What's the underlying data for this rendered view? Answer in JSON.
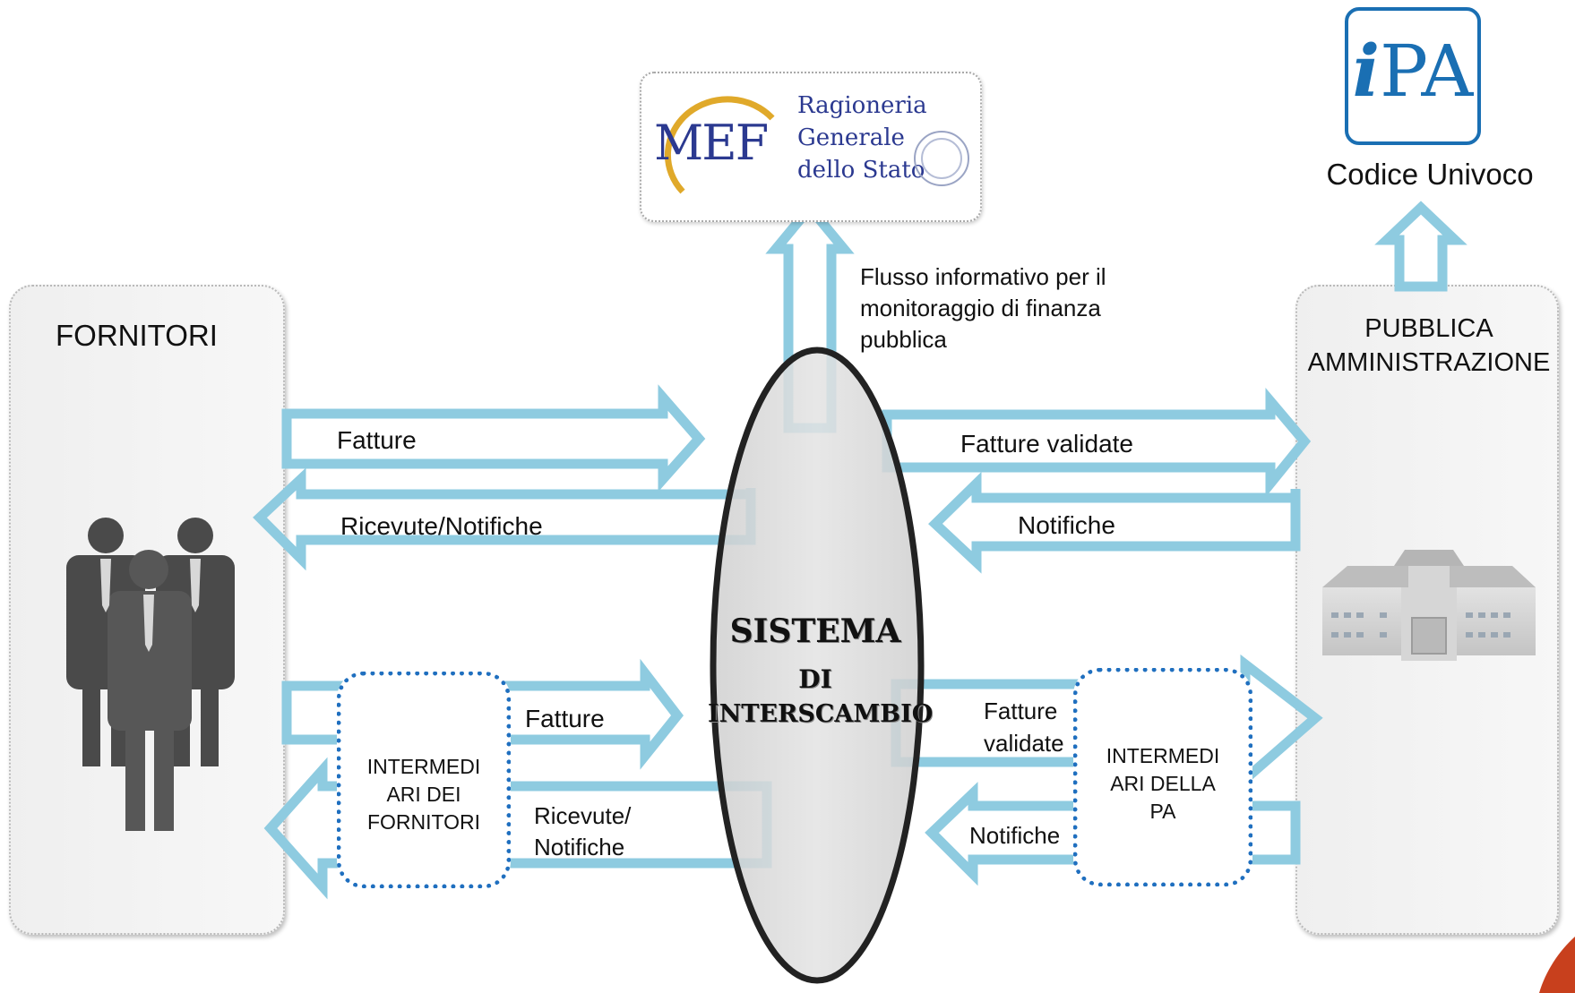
{
  "mef_logo": {
    "word": "MEF",
    "subtitle_lines": [
      "Ragioneria",
      "Generale",
      "dello Stato"
    ]
  },
  "ipa_logo": {
    "word": "iPA",
    "caption": "Codice Univoco"
  },
  "fornitori": {
    "title": "FORNITORI"
  },
  "pa": {
    "title_line1": "PUBBLICA",
    "title_line2": "AMMINISTRAZIONE"
  },
  "sdi": {
    "line1": "SISTEMA",
    "line2": "DI",
    "line3": "INTERSCAMBIO"
  },
  "flows": {
    "monitoraggio": "Flusso informativo per il monitoraggio di finanza pubblica",
    "monitoraggio_lines": [
      "Flusso informativo per il",
      "monitoraggio di finanza",
      "pubblica"
    ],
    "fatture_top": "Fatture",
    "ricevute_top": "Ricevute/Notifiche",
    "fatture_validate_top": "Fatture validate",
    "notifiche_top": "Notifiche",
    "fatture_bottom": "Fatture",
    "ricevute_bottom_line1": "Ricevute/",
    "ricevute_bottom_line2": "Notifiche",
    "fatture_validate_bottom_line1": "Fatture",
    "fatture_validate_bottom_line2": "validate",
    "notifiche_bottom": "Notifiche"
  },
  "intermediari_fornitori": {
    "lines": [
      "INTERMEDI",
      "ARI DEI",
      "FORNITORI"
    ]
  },
  "intermediari_pa": {
    "lines": [
      "INTERMEDI",
      "ARI DELLA",
      "PA"
    ]
  },
  "icons": [
    "people-icon",
    "building-icon",
    "mef-logo",
    "ipa-logo"
  ],
  "colors": {
    "arrow": "#8ecbe0",
    "arrow_outline": "#6fb3cc",
    "intermediari_border": "#1f6fbf",
    "ellipse_fill": "#d9d9d9",
    "ellipse_border": "#222222",
    "logo_blue": "#2b3990",
    "ipa_blue": "#1a6fb3",
    "corner_accent": "#c8401d"
  }
}
